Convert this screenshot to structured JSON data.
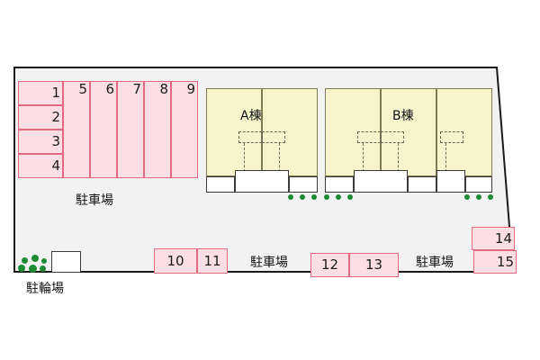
{
  "site": {
    "outline_color": "#1a1a1a",
    "background": "#f2f2f2",
    "page_background": "#ffffff"
  },
  "colors": {
    "parking_fill": "#fbdfe4",
    "parking_border": "#e26a7e",
    "building_fill": "#f7f4cc",
    "building_border": "#7f7c55",
    "green_dot": "#1c8b33",
    "text": "#111111"
  },
  "labels": {
    "parking_top": "駐車場",
    "parking_mid": "駐車場",
    "parking_right": "駐車場",
    "bicycle_parking": "駐輪場",
    "building_a": "A棟",
    "building_b": "B棟"
  },
  "parking_spaces": {
    "left_block_rows": [
      {
        "number": "1"
      },
      {
        "number": "2"
      },
      {
        "number": "3"
      },
      {
        "number": "4"
      }
    ],
    "left_block_columns": [
      {
        "number": "5"
      },
      {
        "number": "6"
      },
      {
        "number": "7"
      },
      {
        "number": "8"
      },
      {
        "number": "9"
      }
    ],
    "bottom_pair_left": [
      {
        "number": "10"
      },
      {
        "number": "11"
      }
    ],
    "bottom_pair_right": [
      {
        "number": "12"
      },
      {
        "number": "13"
      }
    ],
    "right_block": [
      {
        "number": "14"
      },
      {
        "number": "15"
      }
    ]
  },
  "buildings": [
    {
      "name": "A棟",
      "units": 2
    },
    {
      "name": "B棟",
      "units": 3
    }
  ]
}
